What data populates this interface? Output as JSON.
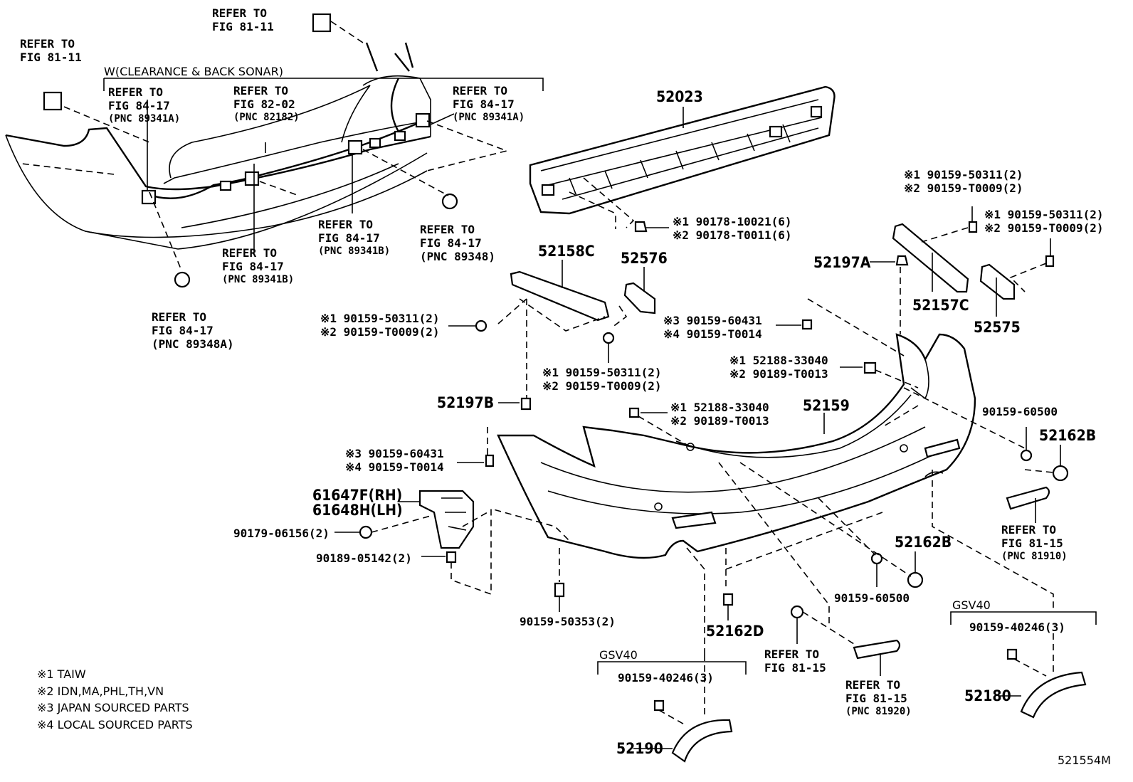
{
  "labels": {
    "ref_81_11_top": [
      "REFER TO",
      "FIG 81-11"
    ],
    "ref_81_11_left": [
      "REFER TO",
      "FIG 81-11"
    ],
    "w_clearance": "W(CLEARANCE & BACK SONAR)",
    "ref_84_17_a_left": [
      "REFER TO",
      "FIG 84-17",
      "(PNC 89341A)"
    ],
    "ref_82_02": [
      "REFER TO",
      "FIG 82-02",
      "(PNC 82182)"
    ],
    "ref_84_17_a_right": [
      "REFER TO",
      "FIG 84-17",
      "(PNC 89341A)"
    ],
    "ref_84_17_b_mid": [
      "REFER TO",
      "FIG 84-17",
      "(PNC 89341B)"
    ],
    "ref_84_17_89348": [
      "REFER TO",
      "FIG 84-17",
      "(PNC 89348)"
    ],
    "ref_84_17_b_low": [
      "REFER TO",
      "FIG 84-17",
      "(PNC 89341B)"
    ],
    "ref_84_17_89348a": [
      "REFER TO",
      "FIG 84-17",
      "(PNC 89348A)"
    ],
    "ref_81_15_right": [
      "REFER TO",
      "FIG 81-15",
      "(PNC 81910)"
    ],
    "ref_81_15_mid": [
      "REFER TO",
      "FIG 81-15"
    ],
    "ref_81_15_low": [
      "REFER TO",
      "FIG 81-15",
      "(PNC 81920)"
    ]
  },
  "parts": {
    "p52023": "52023",
    "p52158c": "52158C",
    "p52576": "52576",
    "p52197a": "52197A",
    "p52157c": "52157C",
    "p52575": "52575",
    "p52197b": "52197B",
    "p52159": "52159",
    "p52162b_r": "52162B",
    "p52162b_m": "52162B",
    "p61647f": "61647F(RH)",
    "p61648h": "61648H(LH)",
    "p52162d": "52162D",
    "p52190": "52190",
    "p52180": "52180"
  },
  "fasteners": {
    "f_90178": [
      "※1 90178-10021(6)",
      "※2 90178-T0011(6)"
    ],
    "f_upper_r1": [
      "※1 90159-50311(2)",
      "※2 90159-T0009(2)"
    ],
    "f_upper_r2": [
      "※1 90159-50311(2)",
      "※2 90159-T0009(2)"
    ],
    "f_left_clip": [
      "※1 90159-50311(2)",
      "※2 90159-T0009(2)"
    ],
    "f_mid_clip": [
      "※1 90159-50311(2)",
      "※2 90159-T0009(2)"
    ],
    "f_60431_mid": [
      "※3 90159-60431",
      "※4 90159-T0014"
    ],
    "f_52188_r": [
      "※1 52188-33040",
      "※2 90189-T0013"
    ],
    "f_52188_m": [
      "※1 52188-33040",
      "※2 90189-T0013"
    ],
    "f_60431_left": [
      "※3 90159-60431",
      "※4 90159-T0014"
    ],
    "f_60500_r": "90159-60500",
    "f_60500_m": "90159-60500",
    "f_06156": "90179-06156(2)",
    "f_05142": "90189-05142(2)",
    "f_50353": "90159-50353(2)",
    "f_40246_l": "90159-40246(3)",
    "f_40246_r": "90159-40246(3)"
  },
  "gsv40_left": "GSV40",
  "gsv40_right": "GSV40",
  "legend": [
    "※1 TAIW",
    "※2 IDN,MA,PHL,TH,VN",
    "※3 JAPAN SOURCED PARTS",
    "※4 LOCAL SOURCED PARTS"
  ],
  "figure_id": "521554M"
}
